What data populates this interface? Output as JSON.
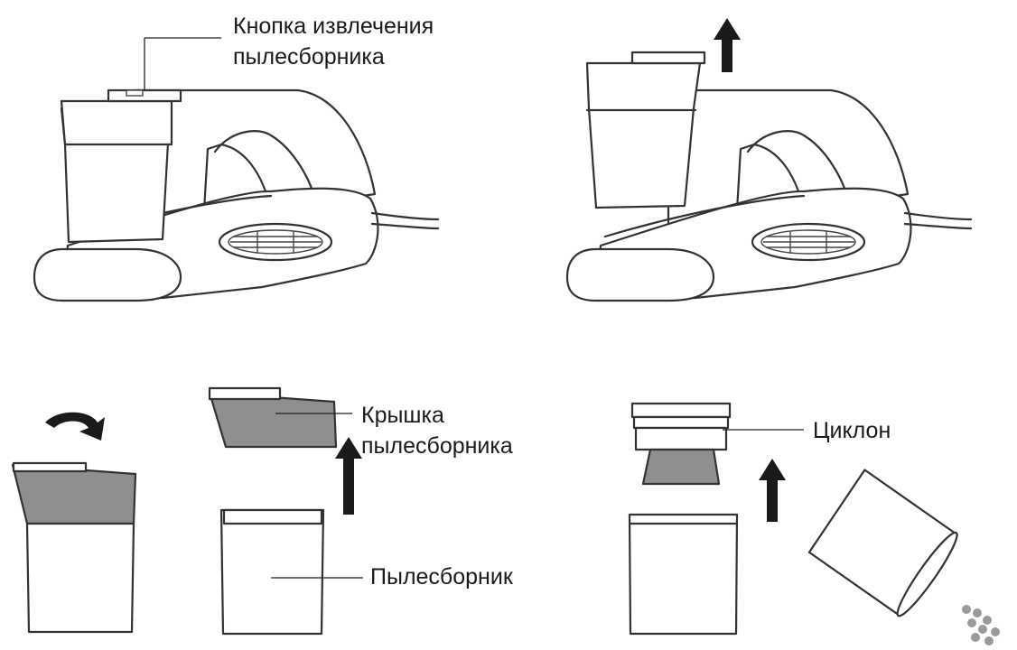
{
  "labels": {
    "release_button": [
      "Кнопка извлечения",
      "пылесборника"
    ],
    "dust_bin_cover": [
      "Крышка",
      "пылесборника"
    ],
    "dust_bin": "Пылесборник",
    "cyclone": "Циклон"
  },
  "colors": {
    "line": "#333333",
    "shaded_part": "#8f8f8f",
    "arrow": "#1a1a1a",
    "background": "#ffffff"
  },
  "icons": [
    "rotate-arrow-icon",
    "up-arrow-icon",
    "dust-particles-icon"
  ]
}
